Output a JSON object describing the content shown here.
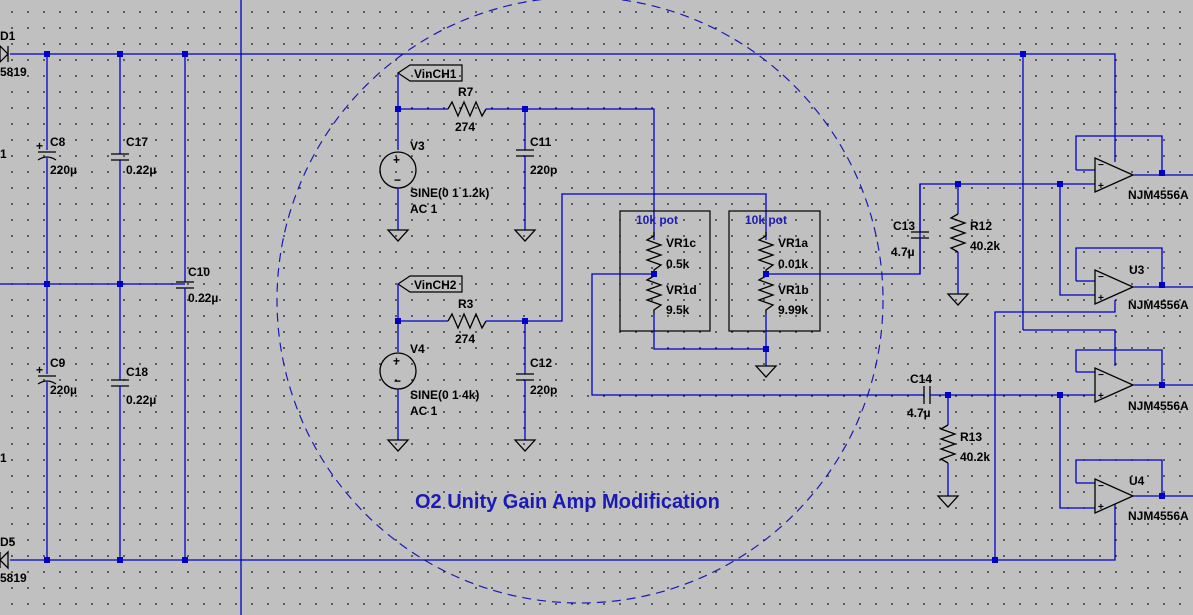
{
  "title": "O2 Unity Gain Amp Modification",
  "labels": {
    "D1_num": "D1",
    "D1_part": "5819",
    "D5_num": "D5",
    "D5_part": "5819",
    "C8": "C8",
    "C8_val": "220µ",
    "C17": "C17",
    "C17_val": "0.22µ",
    "C9": "C9",
    "C9_val": "220µ",
    "C18": "C18",
    "C18_val": "0.22µ",
    "C10": "C10",
    "C10_val": "0.22µ",
    "VinCH1": "VinCH1",
    "VinCH2": "VinCH2",
    "R7": "R7",
    "R7_val": "274",
    "R3": "R3",
    "R3_val": "274",
    "C11": "C11",
    "C11_val": "220p",
    "C12": "C12",
    "C12_val": "220p",
    "V3": "V3",
    "V3_src": "SINE(0 1 1.2k)",
    "V3_ac": "AC 1",
    "V4": "V4",
    "V4_src": "SINE(0 1 4k)",
    "V4_ac": "AC 1",
    "pot1": "10k pot",
    "pot2": "10k pot",
    "VR1c": "VR1c",
    "VR1c_val": "0.5k",
    "VR1d": "VR1d",
    "VR1d_val": "9.5k",
    "VR1a": "VR1a",
    "VR1a_val": "0.01k",
    "VR1b": "VR1b",
    "VR1b_val": "9.99k",
    "C13": "C13",
    "C13_val": "4.7µ",
    "C14": "C14",
    "C14_val": "4.7µ",
    "R12": "R12",
    "R12_val": "40.2k",
    "R13": "R13",
    "R13_val": "40.2k",
    "U3": "U3",
    "U4": "U4",
    "opamp1": "NJM4556A",
    "opamp2": "NJM4556A",
    "opamp3": "NJM4556A",
    "opamp4": "NJM4556A",
    "left_mark1": "1",
    "left_mark2": "1"
  },
  "colors": {
    "background": "#c0c0c0",
    "wire": "#0000c8",
    "component": "#000000",
    "title": "#1a1ab4"
  }
}
